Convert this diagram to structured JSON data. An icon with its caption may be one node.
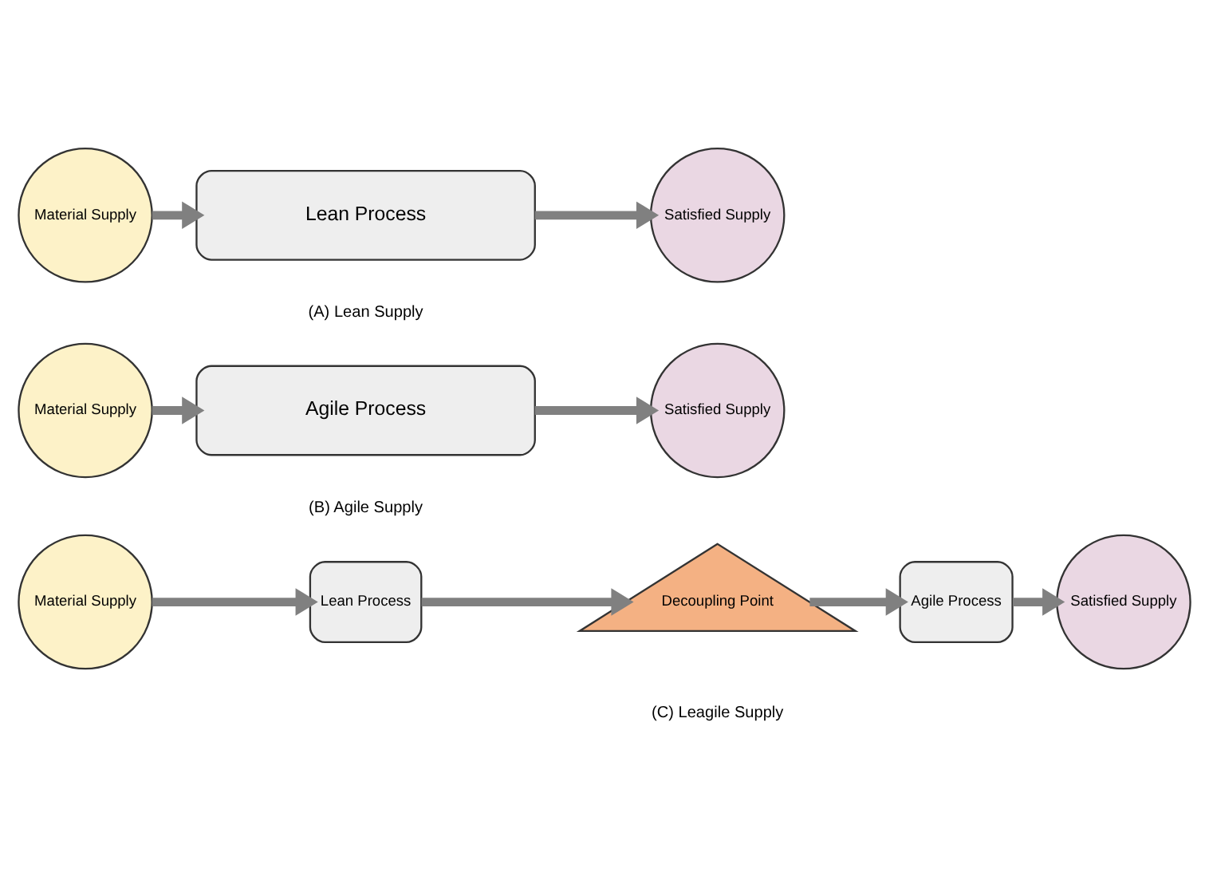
{
  "diagram": {
    "nodes": [
      {
        "text": [
          "Material Supply"
        ]
      },
      {
        "text": [
          "Lean Process"
        ]
      },
      {
        "text": [
          "Satisfied Supply"
        ]
      },
      {
        "text": [
          "Material Supply"
        ]
      },
      {
        "text": [
          "Agile Process"
        ]
      },
      {
        "text": [
          "Satisfied Supply"
        ]
      },
      {
        "text": [
          "Material Supply"
        ]
      },
      {
        "text": [
          "Lean Process"
        ]
      },
      {
        "text": [
          "Decoupling Point"
        ]
      },
      {
        "text": [
          "Agile Process"
        ]
      },
      {
        "text": [
          "Satisfied Supply"
        ]
      }
    ],
    "edges": [
      {
        "from": 0,
        "to": 1,
        "arrow": "to"
      },
      {
        "from": 1,
        "to": 2,
        "arrow": "to"
      },
      {
        "from": 3,
        "to": 4,
        "arrow": "to"
      },
      {
        "from": 4,
        "to": 5,
        "arrow": "to"
      },
      {
        "from": 6,
        "to": 7,
        "arrow": "to"
      },
      {
        "from": 7,
        "to": 8,
        "arrow": "to"
      },
      {
        "from": 8,
        "to": 9,
        "arrow": "to"
      },
      {
        "from": 9,
        "to": 10,
        "arrow": "to"
      }
    ],
    "labels": [
      "(A) Lean Supply",
      "(B) Agile Supply",
      "(C) Leagile Supply"
    ]
  }
}
